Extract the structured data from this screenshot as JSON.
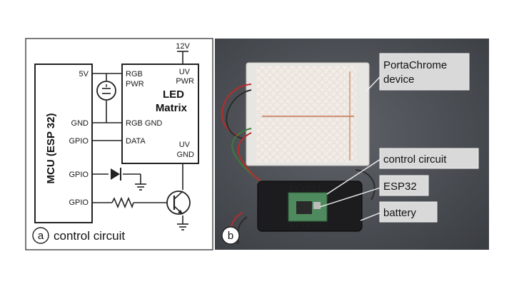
{
  "panel_a": {
    "badge": "a",
    "caption": "control circuit",
    "mcu_label": "MCU (ESP 32)",
    "led_label_line1": "LED",
    "led_label_line2": "Matrix",
    "supply_label": "12V",
    "mcu_pins": {
      "5v": "5V",
      "gnd": "GND",
      "gpio1": "GPIO",
      "gpio2": "GPIO",
      "gpio3": "GPIO"
    },
    "led_pins": {
      "rgb_pwr_1": "RGB",
      "rgb_pwr_2": "PWR",
      "rgb_gnd": "RGB GND",
      "data": "DATA",
      "uv_pwr_1": "UV",
      "uv_pwr_2": "PWR",
      "uv_gnd_1": "UV",
      "uv_gnd_2": "GND"
    }
  },
  "panel_b": {
    "badge": "b",
    "callouts": {
      "device_1": "PortaChrome",
      "device_2": "device",
      "control": "control circuit",
      "esp": "ESP32",
      "battery": "battery"
    }
  }
}
